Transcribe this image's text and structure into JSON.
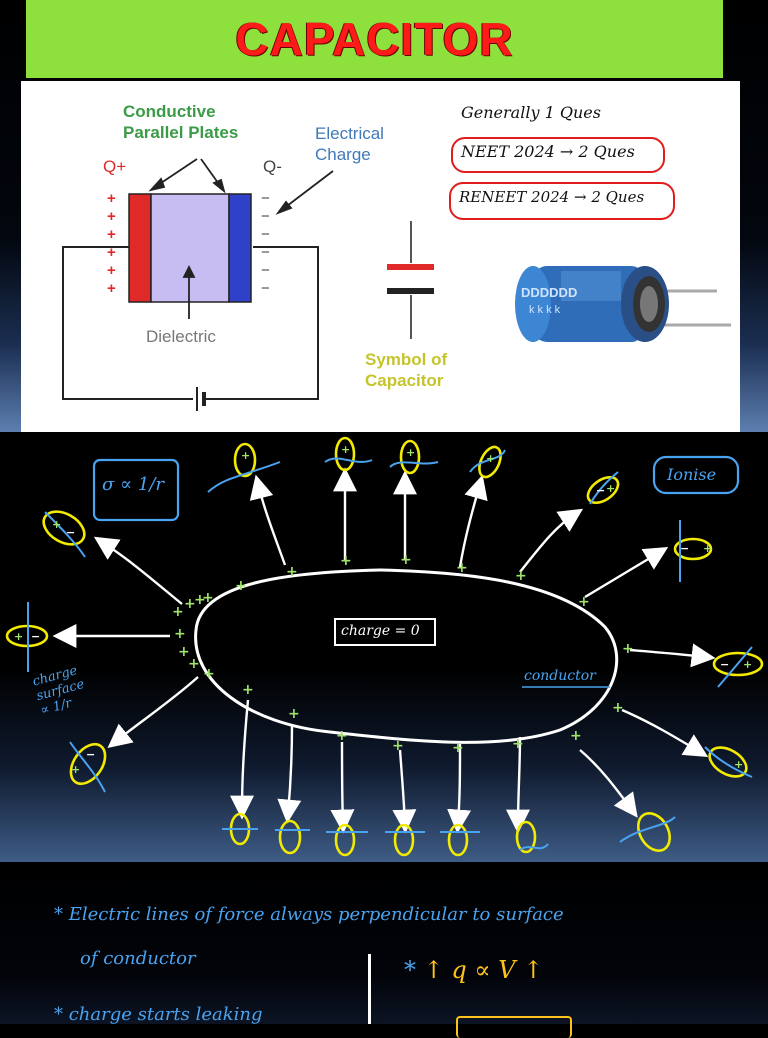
{
  "title": "CAPACITOR",
  "diagram": {
    "plates_label": "Conductive\nParallel Plates",
    "charge_label": "Electrical\nCharge",
    "q_plus": "Q+",
    "q_minus": "Q-",
    "dielectric_label": "Dielectric",
    "symbol_label": "Symbol of\nCapacitor",
    "battery_sign": "+|−"
  },
  "notes": {
    "line1": "Generally 1 Ques",
    "line2": "NEET 2024 → 2 Ques",
    "line3": "RENEET 2024 → 2 Ques"
  },
  "conductor_sketch": {
    "sigma_note": "σ ∝ 1/r",
    "ionise": "Ionise",
    "charge_zero": "charge = 0",
    "conductor_label": "conductor",
    "side_note": "charge\nsurface\n∝ 1/r"
  },
  "bottom_notes": {
    "line1": "* Electric lines of force always perpendicular to surface",
    "line2": "of conductor",
    "formula": "* ↑ q ∝ V ↑",
    "line3": "* charge starts leaking"
  },
  "colors": {
    "banner": "#8ee03c",
    "title": "#ff1a1a",
    "ink_blue": "#4aa3f0",
    "ink_yellow": "#f2ea00",
    "ink_green": "#9fe36a"
  }
}
